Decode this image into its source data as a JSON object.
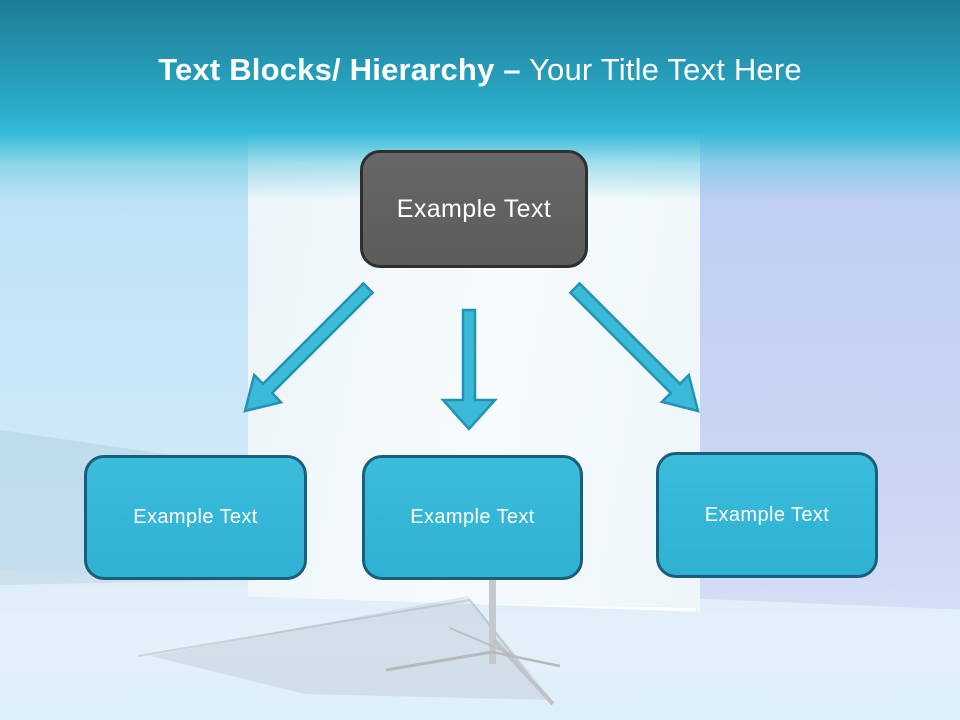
{
  "title": {
    "bold_text": "Text Blocks/ Hierarchy –",
    "regular_text": " Your Title Text Here"
  },
  "root_box": {
    "label": "Example Text"
  },
  "child_boxes": [
    {
      "label": "Example Text"
    },
    {
      "label": "Example Text"
    },
    {
      "label": "Example Text"
    }
  ],
  "icons": {
    "arrow_left": "down-left-arrow",
    "arrow_middle": "down-arrow",
    "arrow_right": "down-right-arrow"
  },
  "colors": {
    "header_top": "#1f7c94",
    "header_bottom": "#33b9d7",
    "accent_cyan": "#32b6d7",
    "accent_cyan_border": "#1a5f79",
    "arrow_fill": "#3ab9d8",
    "arrow_stroke": "#2492b4",
    "root_fill": "#606060",
    "root_border": "#2f2f2f",
    "left_wall": "#bfe3f7",
    "right_wall": "#c3d1f5",
    "screen_white": "#f3f9fc"
  }
}
